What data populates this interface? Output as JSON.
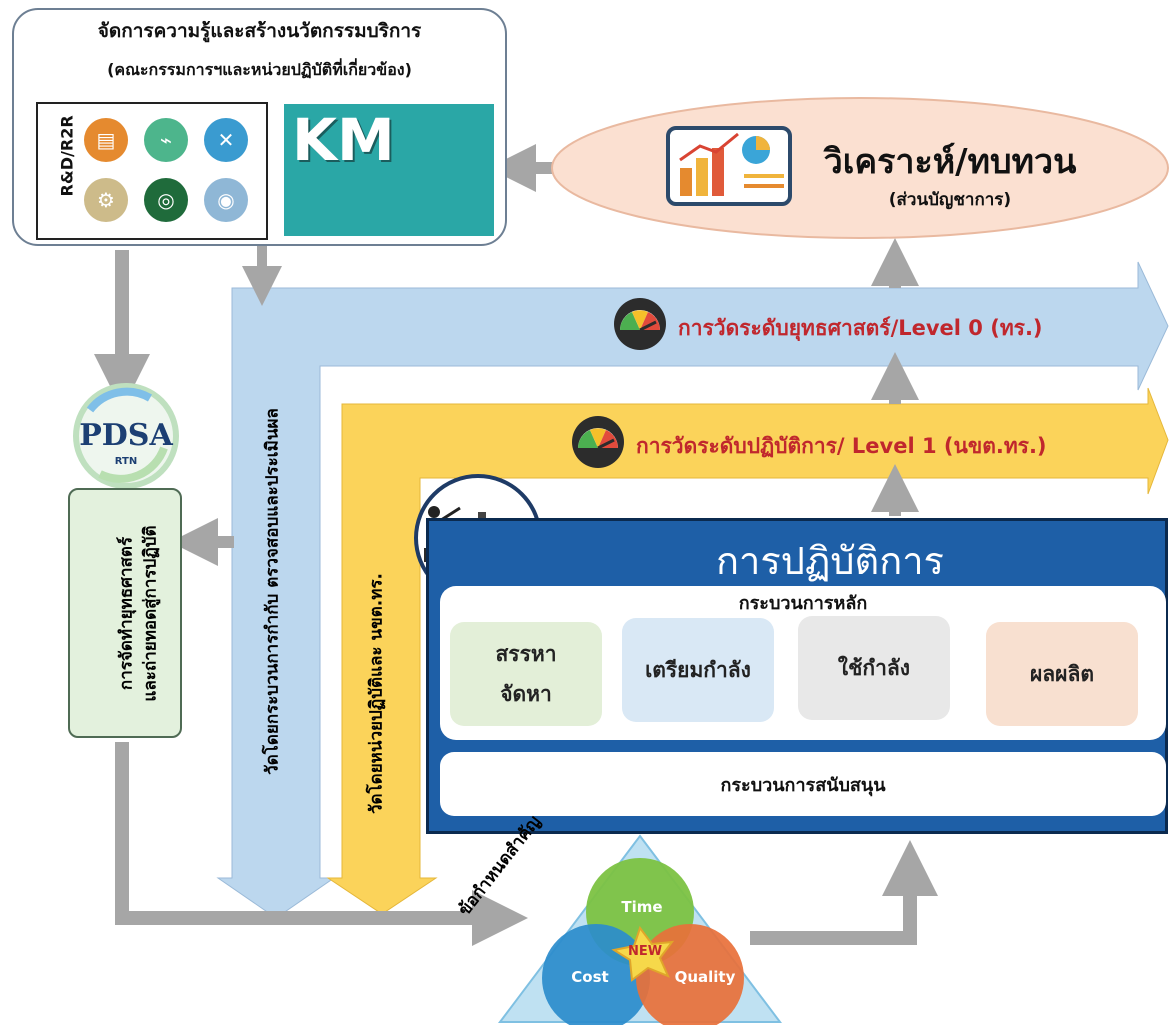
{
  "km_panel": {
    "title": "จัดการความรู้และสร้างนวัตกรรมบริการ",
    "subtitle": "(คณะกรรมการฯและหน่วยปฏิบัติที่เกี่ยวข้อง)",
    "rd_label": "R&D/R2R",
    "km_label": "KM",
    "icons": [
      "memory-card-icon",
      "router-icon",
      "tools-icon",
      "gears-icon",
      "radar-icon",
      "camera-icon"
    ]
  },
  "analysis": {
    "title": "วิเคราะห์/ทบทวน",
    "subtitle": "(ส่วนบัญชาการ)"
  },
  "levels": {
    "level0": "การวัดระดับยุทธศาสตร์/Level 0 (ทร.)",
    "level1": "การวัดระดับปฏิบัติการ/ Level 1 (นขต.ทร.)"
  },
  "vertical_labels": {
    "strategic_measure": "วัดโดยกระบวนการกำกับ ตรวจสอบและประเมินผล",
    "operational_measure": "วัดโดยหน่วยปฏิบัติและ นขต.ทร."
  },
  "pdsa": {
    "logo": "PDSA",
    "logo_sub": "RTN",
    "line1": "การจัดทำยุทธศาสตร์",
    "line2": "และถ่ายทอดสู่การปฏิบัติ"
  },
  "operations": {
    "title": "การปฏิบัติการ",
    "core_title": "กระบวนการหลัก",
    "support": "กระบวนการสนับสนุน",
    "cards": [
      {
        "line1": "สรรหา",
        "line2": "จัดหา"
      },
      {
        "line1": "เตรียมกำลัง",
        "line2": ""
      },
      {
        "line1": "ใช้กำลัง",
        "line2": ""
      },
      {
        "line1": "ผลผลิต",
        "line2": ""
      }
    ]
  },
  "requirements": {
    "label": "ข้อกำหนดสำคัญ",
    "time": "Time",
    "cost": "Cost",
    "quality": "Quality",
    "badge": "NEW"
  },
  "colors": {
    "blue_band": "#bcd7ee",
    "yellow_band": "#fbd35a",
    "arrow_gray": "#a6a6a6",
    "ops_blue": "#1e5fa7",
    "level_text": "#c0272d",
    "analysis_fill": "#fbe0d1"
  }
}
